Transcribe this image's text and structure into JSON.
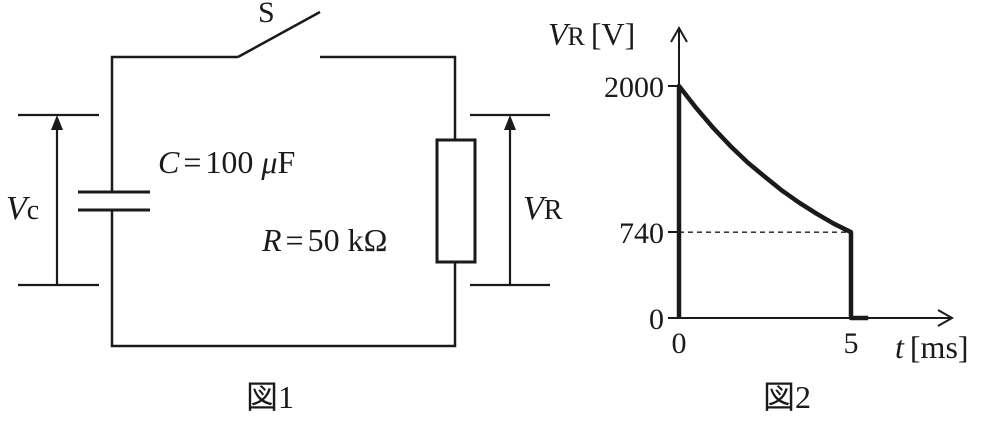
{
  "figure1": {
    "switch_label": "S",
    "capacitor_voltage": {
      "symbol": "V",
      "subscript": "c"
    },
    "capacitance": {
      "symbol": "C",
      "equals": "=",
      "value": "100",
      "unit_prefix": "μ",
      "unit": "F"
    },
    "resistance": {
      "symbol": "R",
      "equals": "=",
      "value": "50",
      "unit": "kΩ"
    },
    "resistor_voltage": {
      "symbol": "V",
      "subscript": "R"
    },
    "caption": "図1"
  },
  "figure2": {
    "caption": "図2",
    "chart_data": {
      "type": "line",
      "ylabel": {
        "symbol": "V",
        "subscript": "R",
        "unit": "[V]"
      },
      "xlabel": {
        "symbol": "t",
        "unit": "[ms]"
      },
      "y_ticks": [
        "2000",
        "740",
        "0"
      ],
      "x_ticks": [
        "0",
        "5"
      ],
      "xlim": [
        0,
        5
      ],
      "ylim": [
        0,
        2000
      ],
      "series": [
        {
          "x": [
            0,
            0,
            0.5,
            1,
            1.5,
            2,
            2.5,
            3,
            3.5,
            4,
            4.5,
            5,
            5,
            5.5
          ],
          "y": [
            0,
            2000,
            1810,
            1637,
            1481,
            1340,
            1216,
            1097,
            993,
            899,
            813,
            740,
            0,
            0
          ]
        }
      ],
      "reference_line": {
        "y": 740,
        "x_range": [
          0,
          5
        ],
        "style": "dashed"
      },
      "grid": false
    }
  }
}
